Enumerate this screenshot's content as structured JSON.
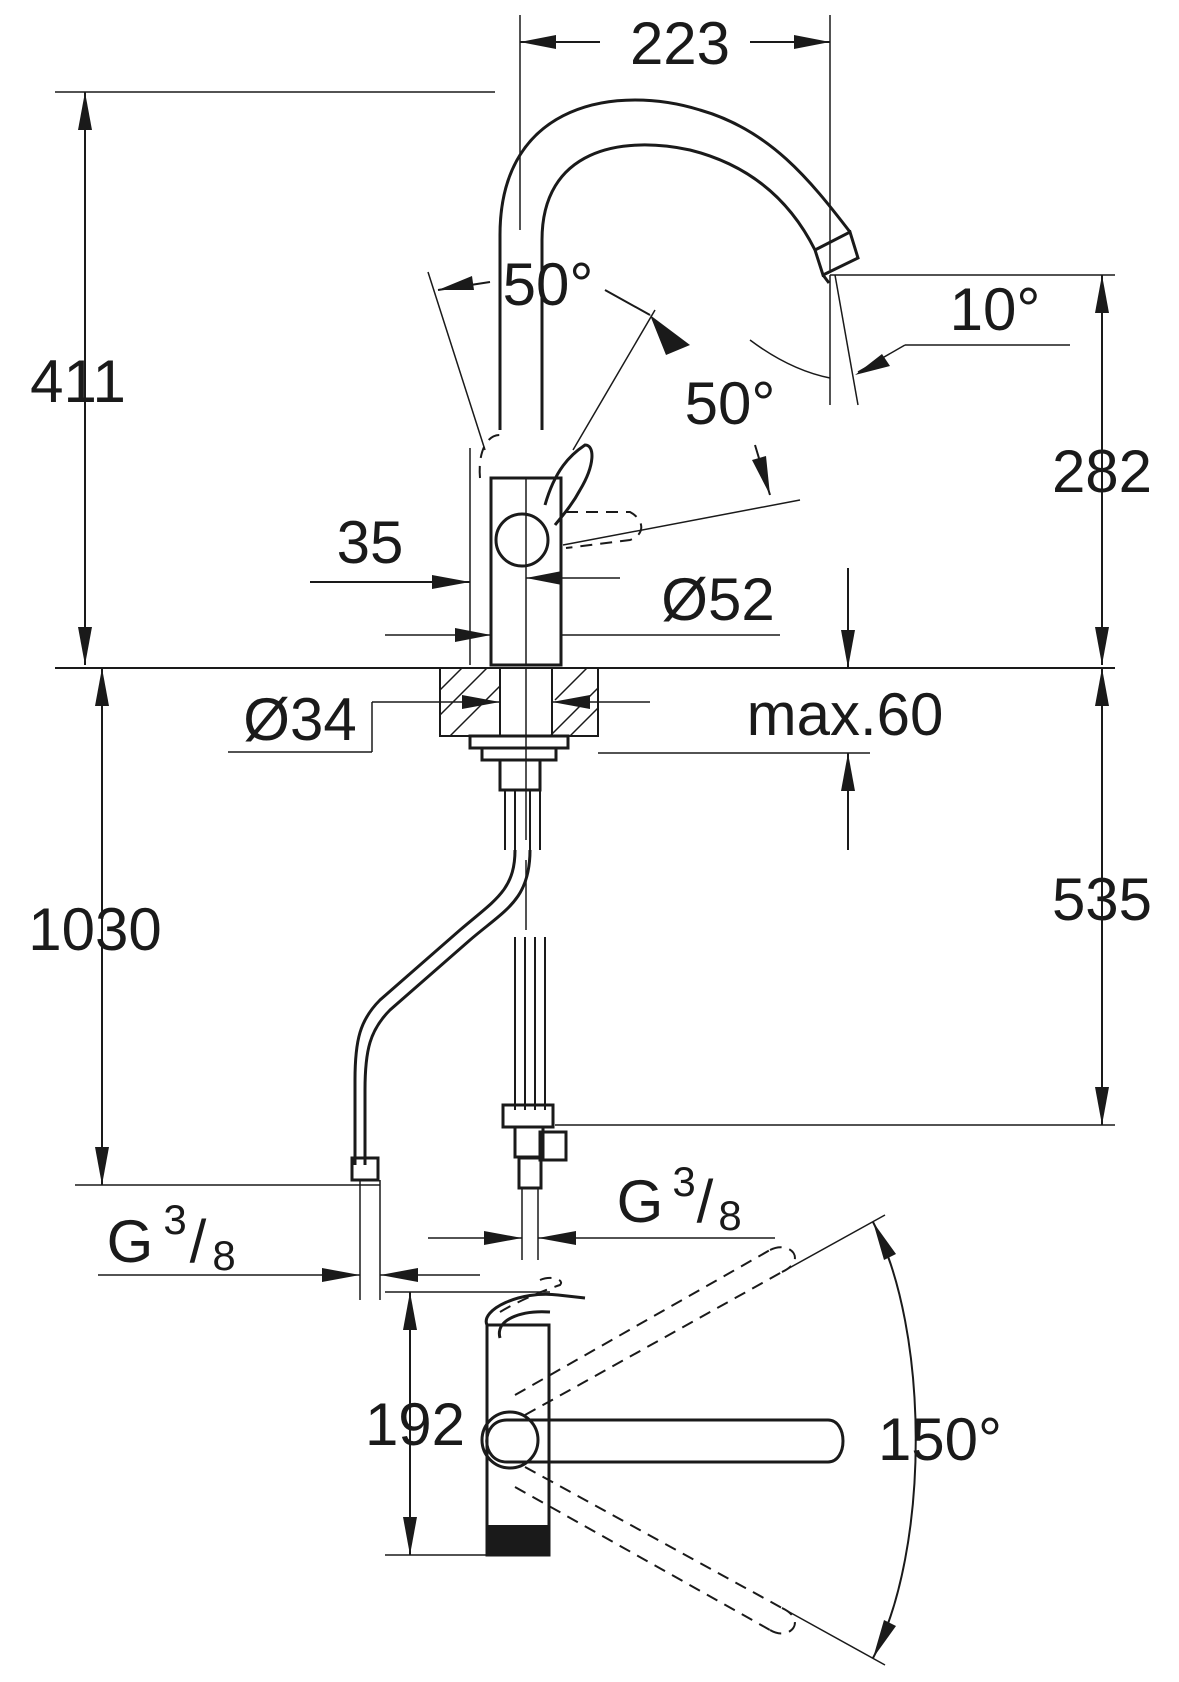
{
  "dimensions": {
    "spout_reach": "223",
    "total_height": "411",
    "spout_height": "282",
    "spout_angle": "10°",
    "lever_angle_front": "50°",
    "lever_angle_back": "50°",
    "lever_offset": "35",
    "body_diameter": "Ø52",
    "hole_diameter": "Ø34",
    "max_thickness": "max.60",
    "hose_length": "1030",
    "hose_height": "535",
    "connection_left": "G",
    "connection_right": "G",
    "thread_num": "3",
    "thread_den": "8",
    "handle_depth": "192",
    "swivel_angle": "150°"
  }
}
